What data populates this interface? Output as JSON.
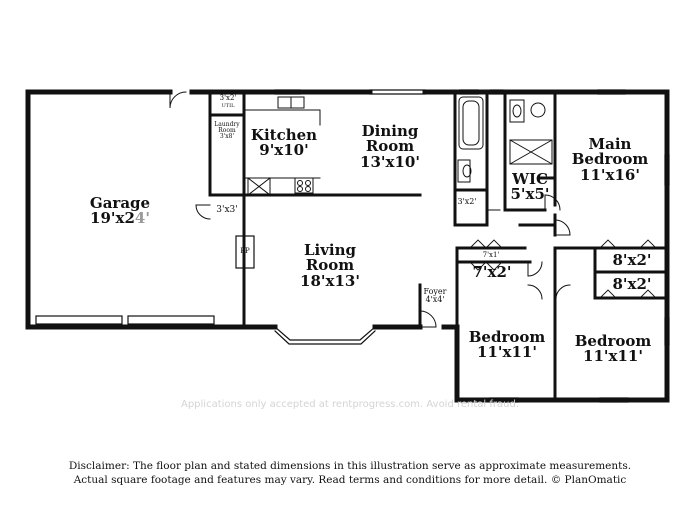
{
  "rooms": {
    "garage": {
      "name": "Garage",
      "dims_a": "19'x2",
      "dims_b": "4'"
    },
    "kitchen": {
      "name": "Kitchen",
      "dims": "9'x10'"
    },
    "dining": {
      "name": "Dining Room",
      "name_1": "Dining",
      "name_2": "Room",
      "dims": "13'x10'"
    },
    "laundry": {
      "name_1": "Laundry",
      "name_2": "Room",
      "dims": "3'x8'"
    },
    "closet_top": {
      "dims": "3'x2'",
      "sub": "UTIL"
    },
    "closet_mid": {
      "dims": "3'x3'"
    },
    "fireplace": {
      "label": "FP"
    },
    "living": {
      "name_1": "Living",
      "name_2": "Room",
      "dims": "18'x13'"
    },
    "foyer": {
      "name": "Foyer",
      "dims": "4'x4'"
    },
    "bath_closet": {
      "dims": "3'x2'"
    },
    "wic": {
      "name": "WIC",
      "dims": "5'x5'"
    },
    "main_bedroom": {
      "name_1": "Main",
      "name_2": "Bedroom",
      "dims": "11'x16'"
    },
    "hall_closet": {
      "dims": "7'x1'"
    },
    "closet_left": {
      "dims": "7'x2'"
    },
    "closet_right_1": {
      "dims": "8'x2'"
    },
    "closet_right_2": {
      "dims": "8'x2'"
    },
    "bedroom_left": {
      "name": "Bedroom",
      "dims": "11'x11'"
    },
    "bedroom_right": {
      "name": "Bedroom",
      "dims": "11'x11'"
    }
  },
  "watermark": "Applications only accepted at rentprogress.com. Avoid rental fraud.",
  "disclaimer": {
    "line1": "Disclaimer: The floor plan and stated dimensions in this illustration serve as approximate measurements.",
    "line2": "Actual square footage and features may vary. Read terms and conditions for more detail. © PlanOmatic"
  }
}
